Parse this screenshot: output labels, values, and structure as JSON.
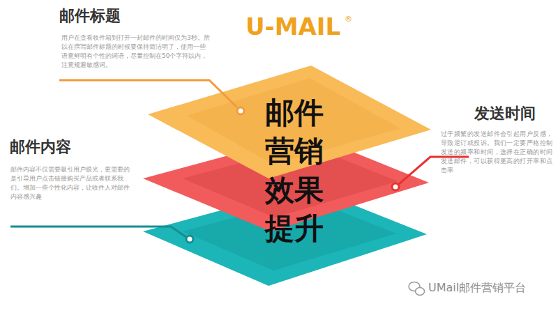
{
  "diagram": {
    "labels": [
      "U-MAIL",
      "®",
      "邮件标题",
      "用户在查看收件箱到打开一封邮件的时间仅为3秒。所以在撰写邮件标题的时候要保持简洁明了，使用一些语意鲜明有个性的词语，尽量控制在50个字符以内，注意规避敏感词。",
      "发送时间",
      "过于频繁的发送邮件会引起用户反感，导致退订或投诉。我们一定要严格控制发送的频率和时间，选择在正确的时间发送邮件，可以获得更高的打开率和点击率",
      "邮件内容",
      "邮件内容不仅需要吸引用户眼光，更需要的是引导用户点击链接购买产品或者联系我们。增加一些个性化内容，让收件人对邮件内容感兴趣",
      "邮件 营销 效果 提升",
      "UMail邮件营销平台"
    ]
  }
}
